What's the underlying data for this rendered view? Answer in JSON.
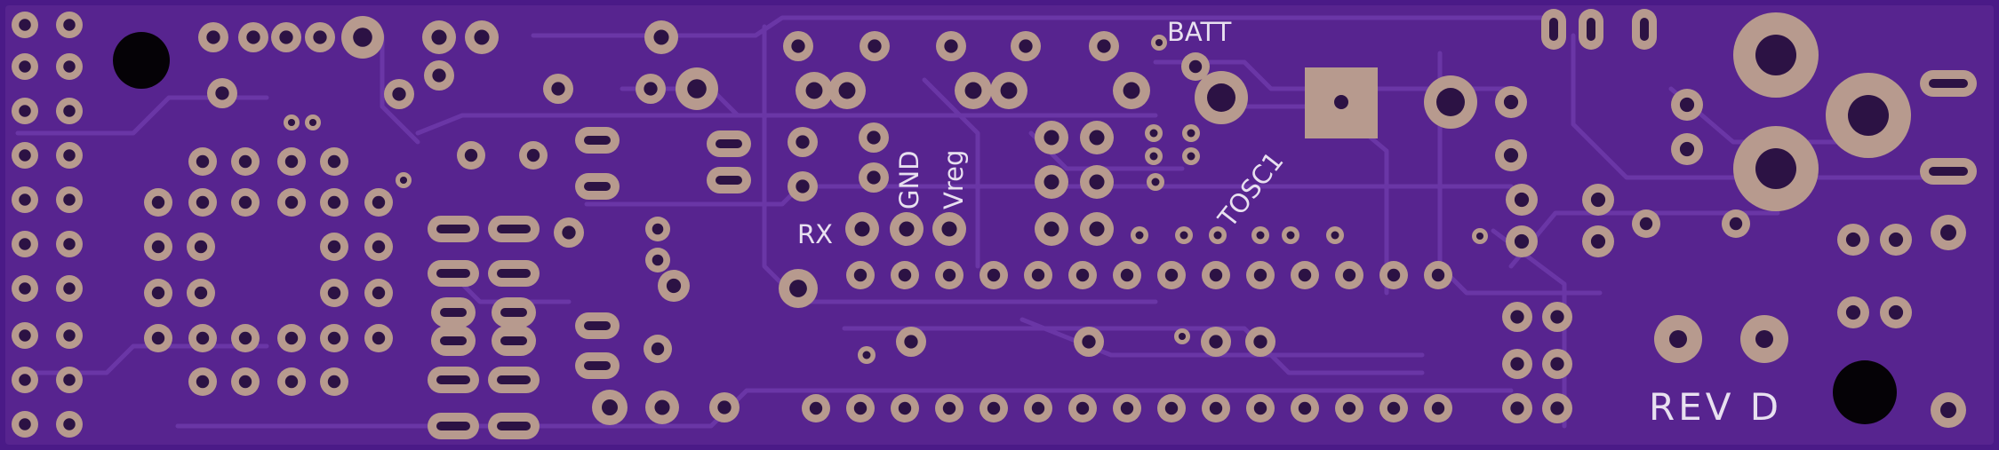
{
  "board": {
    "colors": {
      "substrate": "#4a1a87",
      "copper": "#57248f",
      "trace": "#6a36a6",
      "pad": "#b79a8e",
      "drill": "#2c1244",
      "silkscreen": "#e8e0f0",
      "hole": "#050206"
    },
    "labels": {
      "batt": "BATT",
      "rx": "RX",
      "gnd": "GND",
      "vreg": "Vreg",
      "tosc1": "TOSC1",
      "revision": "REV D"
    }
  }
}
